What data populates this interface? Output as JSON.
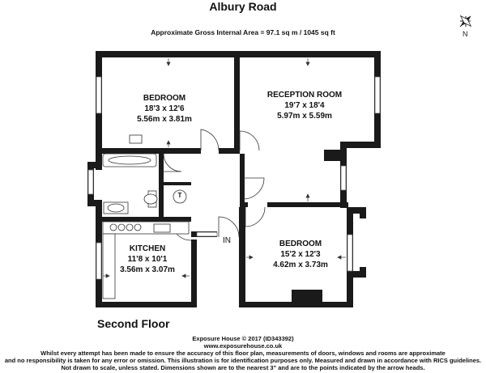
{
  "header": {
    "title": "Albury Road",
    "area": "Approximate Gross Internal Area = 97.1 sq m / 1045 sq ft"
  },
  "compass": {
    "north_label": "N"
  },
  "rooms": [
    {
      "name": "BEDROOM",
      "imperial": "18'3 x 12'6",
      "metric": "5.56m x 3.81m"
    },
    {
      "name": "RECEPTION ROOM",
      "imperial": "19'7 x 18'4",
      "metric": "5.97m x 5.59m"
    },
    {
      "name": "KITCHEN",
      "imperial": "11'8 x 10'1",
      "metric": "3.56m x 3.07m"
    },
    {
      "name": "BEDROOM",
      "imperial": "15'2 x 12'3",
      "metric": "4.62m x 3.73m"
    }
  ],
  "entrance_label": "IN",
  "cupboard_label": "T",
  "floor_label": "Second Floor",
  "footer": {
    "copyright": "Exposure House © 2017 (ID343392)",
    "website": "www.exposurehouse.co.uk",
    "disclaimer_1": "Whilst every attempt has been made to ensure the accuracy of this floor plan, measurements of doors, windows and rooms are approximate",
    "disclaimer_2": "and no responsibility is taken for any error or omission. This illustration is for identification purposes only. Measured and drawn in accordance with RICS guidelines.",
    "disclaimer_3": "Not drawn to scale, unless stated. Dimensions shown are to the nearest 3\" and are to the points indicated by the arrow heads."
  }
}
